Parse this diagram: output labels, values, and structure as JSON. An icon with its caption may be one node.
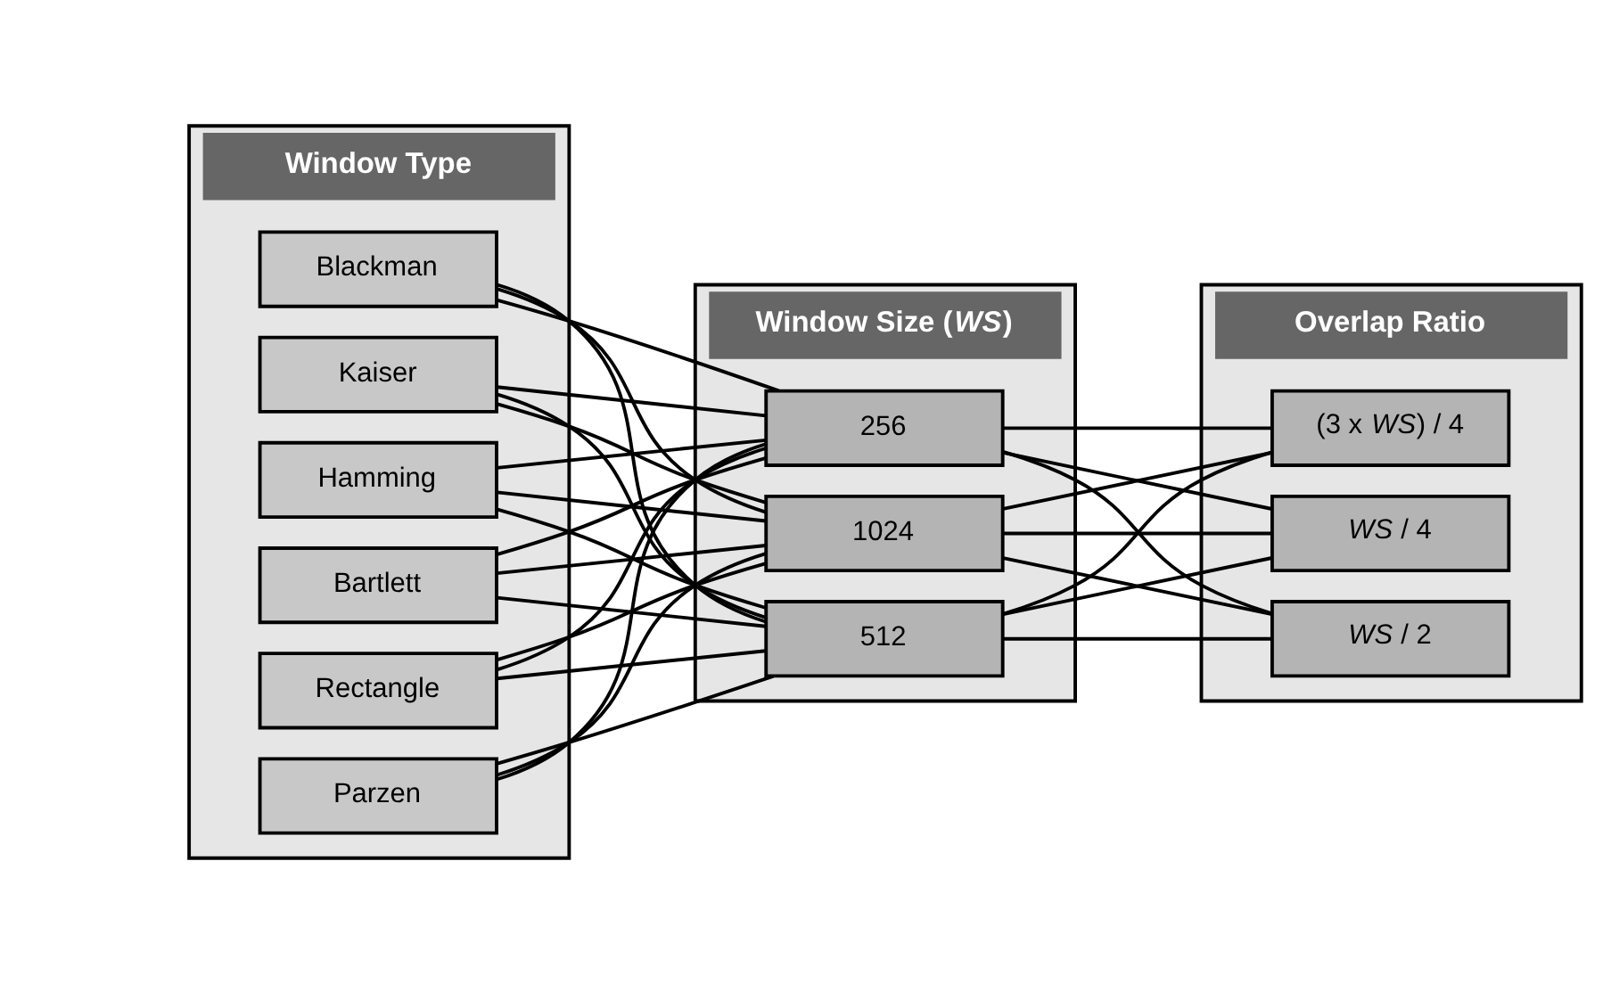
{
  "diagram": {
    "nodes": [
      {
        "text": [
          "Window Type"
        ]
      },
      {
        "text": [
          "Bartlett"
        ],
        "in": 0
      },
      {
        "text": [
          "Hamming"
        ],
        "in": 0
      },
      {
        "text": [
          "Kaiser"
        ],
        "in": 0
      },
      {
        "text": [
          "Blackman"
        ],
        "in": 0
      },
      {
        "text": [
          "Parzen"
        ],
        "in": 0
      },
      {
        "text": [
          "Rectangle"
        ],
        "in": 0
      },
      {
        "text": [
          "Window Size (*WS*)"
        ]
      },
      {
        "text": [
          "256"
        ],
        "in": 7
      },
      {
        "text": [
          "512"
        ],
        "in": 7
      },
      {
        "text": [
          "1024"
        ],
        "in": 7
      },
      {
        "text": [
          "Overlap Ratio"
        ]
      },
      {
        "text": [
          "(3 x *WS*) / 4"
        ],
        "in": 11
      },
      {
        "text": [
          "*WS* / 2"
        ],
        "in": 11
      },
      {
        "text": [
          "*WS* / 4"
        ],
        "in": 11
      }
    ],
    "edges": [
      {
        "from": 1,
        "to": 8,
        "arrow": "none"
      },
      {
        "from": 1,
        "to": 9,
        "arrow": "none"
      },
      {
        "from": 1,
        "to": 10,
        "arrow": "none"
      },
      {
        "from": 2,
        "to": 8,
        "arrow": "none"
      },
      {
        "from": 2,
        "to": 9,
        "arrow": "none"
      },
      {
        "from": 2,
        "to": 10,
        "arrow": "none"
      },
      {
        "from": 3,
        "to": 8,
        "arrow": "none"
      },
      {
        "from": 3,
        "to": 9,
        "arrow": "none"
      },
      {
        "from": 3,
        "to": 10,
        "arrow": "none"
      },
      {
        "from": 4,
        "to": 8,
        "arrow": "none"
      },
      {
        "from": 4,
        "to": 9,
        "arrow": "none"
      },
      {
        "from": 4,
        "to": 10,
        "arrow": "none"
      },
      {
        "from": 5,
        "to": 8,
        "arrow": "none"
      },
      {
        "from": 5,
        "to": 9,
        "arrow": "none"
      },
      {
        "from": 5,
        "to": 10,
        "arrow": "none"
      },
      {
        "from": 6,
        "to": 8,
        "arrow": "none"
      },
      {
        "from": 6,
        "to": 9,
        "arrow": "none"
      },
      {
        "from": 6,
        "to": 10,
        "arrow": "none"
      },
      {
        "from": 8,
        "to": 12,
        "arrow": "none"
      },
      {
        "from": 8,
        "to": 13,
        "arrow": "none"
      },
      {
        "from": 8,
        "to": 14,
        "arrow": "none"
      },
      {
        "from": 9,
        "to": 12,
        "arrow": "none"
      },
      {
        "from": 9,
        "to": 13,
        "arrow": "none"
      },
      {
        "from": 9,
        "to": 14,
        "arrow": "none"
      },
      {
        "from": 10,
        "to": 12,
        "arrow": "none"
      },
      {
        "from": 10,
        "to": 13,
        "arrow": "none"
      },
      {
        "from": 10,
        "to": 14,
        "arrow": "none"
      }
    ]
  }
}
